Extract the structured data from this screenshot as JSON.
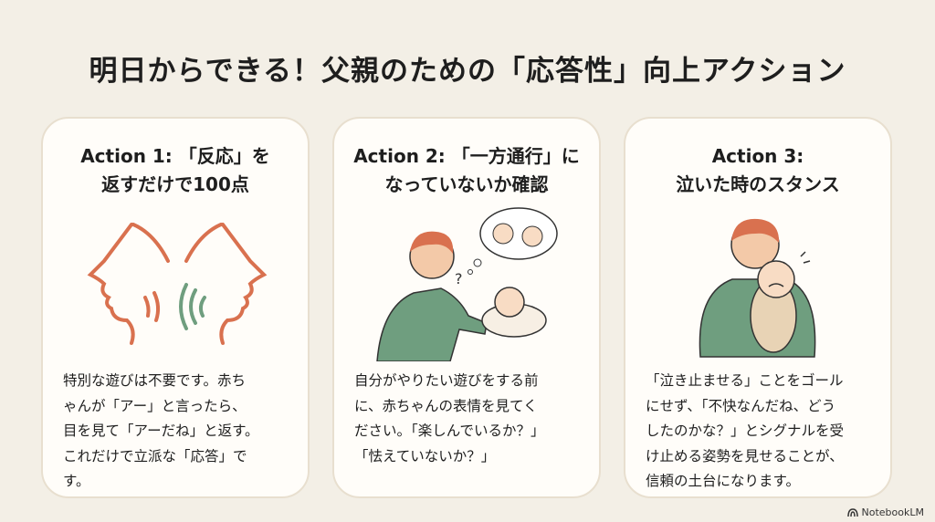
{
  "title": "明日からできる！父親のための「応答性」向上アクション",
  "cards": [
    {
      "heading": [
        "Action 1: 「反応」を",
        "返すだけで100点"
      ],
      "body": [
        "特別な遊びは不要です。赤ち",
        "ゃんが「アー」と言ったら、",
        "目を見て「アーだね」と返す。",
        "これだけで立派な「応答」で",
        "す。"
      ]
    },
    {
      "heading": [
        "Action 2: 「一方通行」に",
        "なっていないか確認"
      ],
      "body": [
        "自分がやりたい遊びをする前",
        "に、赤ちゃんの表情を見てく",
        "ださい。「楽しんでいるか？」",
        "「怯えていないか？」"
      ]
    },
    {
      "heading": [
        "Action 3:",
        "泣いた時のスタンス"
      ],
      "body": [
        "「泣き止ませる」ことをゴール",
        "にせず、「不快なんだね、どう",
        "したのかな？」とシグナルを受",
        "け止める姿勢を見せることが、",
        "信頼の土台になります。"
      ]
    }
  ],
  "brand": "NotebookLM",
  "colors": {
    "orange": "#d9714f",
    "green": "#6f9e7f",
    "background": "#f3efe6"
  }
}
